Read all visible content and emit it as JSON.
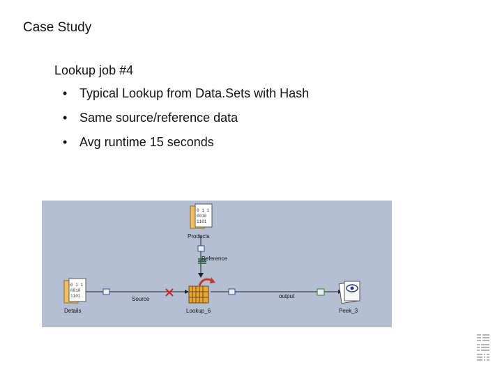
{
  "slide": {
    "title": "Case Study",
    "subtitle": "Lookup job #4",
    "bullet_marker": "•",
    "bullets": [
      "Typical Lookup from Data.Sets with Hash",
      "Same source/reference data",
      "Avg runtime  15 seconds"
    ]
  },
  "diagram": {
    "stages": {
      "products": "Products",
      "details": "Details",
      "lookup": "Lookup_6",
      "peek": "Peek_3"
    },
    "links": {
      "reference": "Reference",
      "source": "Source",
      "output": "output"
    }
  },
  "colors": {
    "diagram_background": "#b4bfd3",
    "dataset_icon": "#f0c060",
    "lookup_icon": "#e8a63a",
    "reject_marker": "#cc2222"
  }
}
